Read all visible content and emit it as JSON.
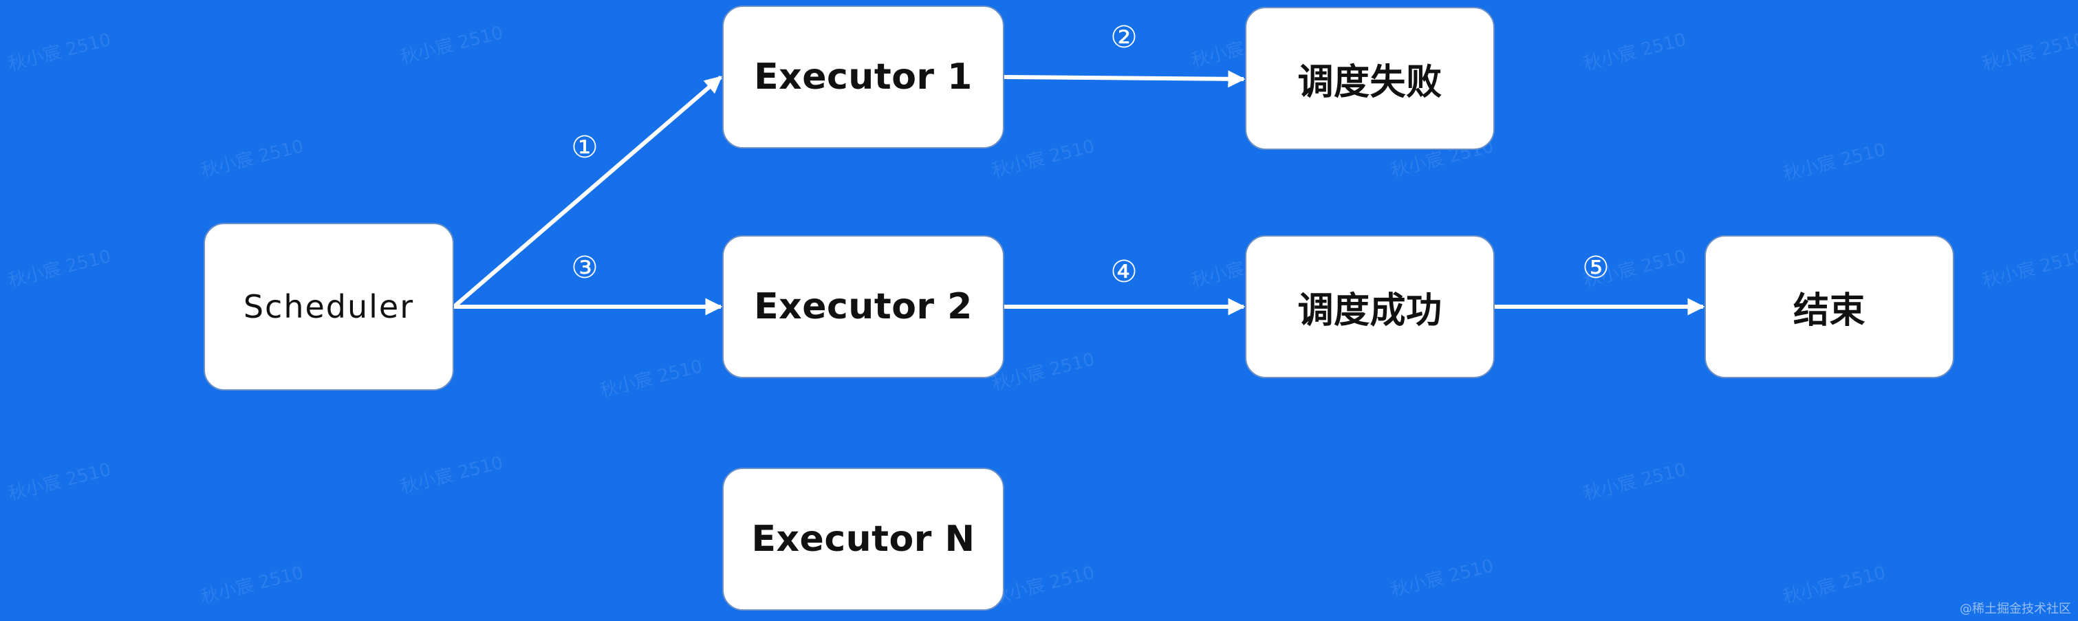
{
  "diagram": {
    "background": "#1570ea",
    "nodes": {
      "scheduler": "Scheduler",
      "executor1": "Executor 1",
      "executor2": "Executor 2",
      "executorN": "Executor N",
      "fail": "调度失败",
      "success": "调度成功",
      "end": "结束"
    },
    "steps": {
      "s1": "①",
      "s2": "②",
      "s3": "③",
      "s4": "④",
      "s5": "⑤"
    },
    "edges": [
      {
        "from": "scheduler",
        "to": "executor1",
        "label": "①"
      },
      {
        "from": "executor1",
        "to": "fail",
        "label": "②"
      },
      {
        "from": "scheduler",
        "to": "executor2",
        "label": "③"
      },
      {
        "from": "executor2",
        "to": "success",
        "label": "④"
      },
      {
        "from": "success",
        "to": "end",
        "label": "⑤"
      }
    ],
    "watermark": "秋小宸 2510",
    "credit": "@稀土掘金技术社区"
  }
}
